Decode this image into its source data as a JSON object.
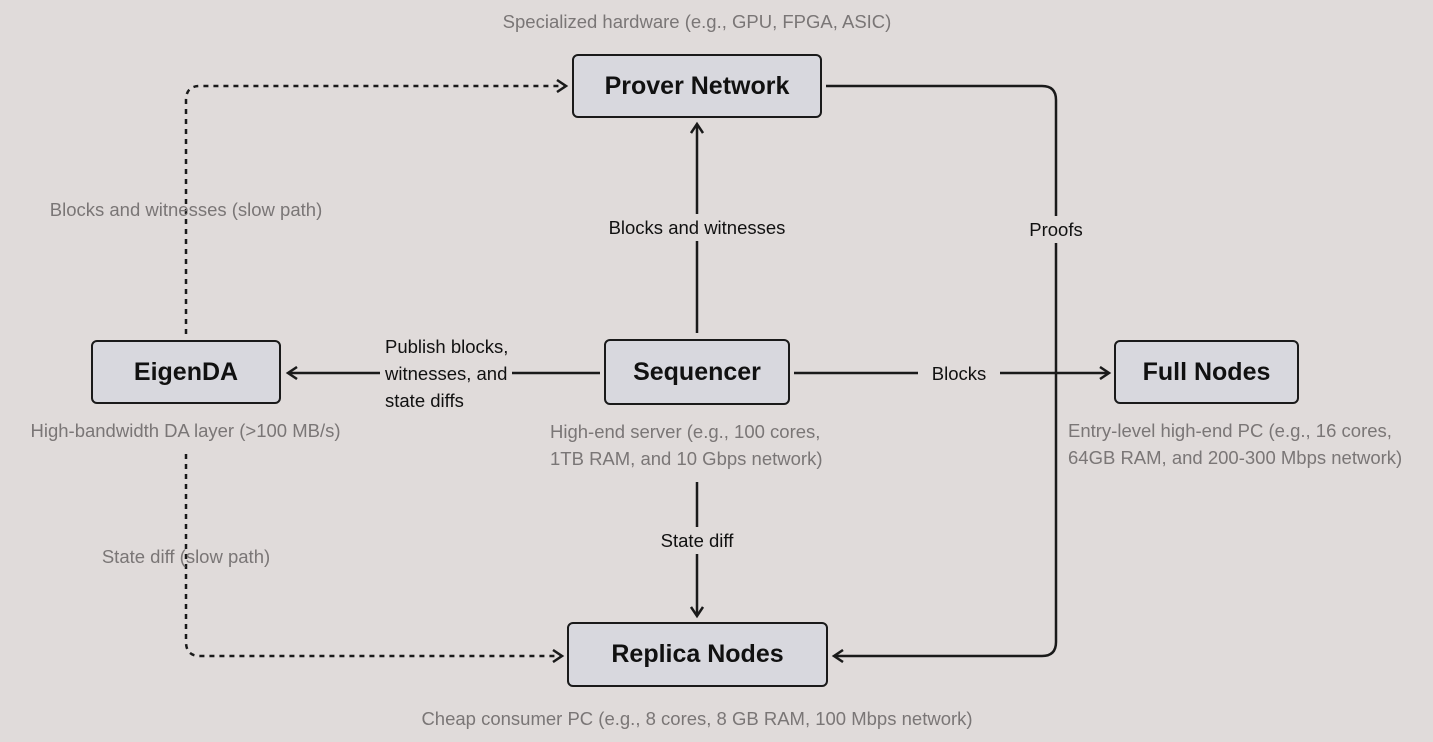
{
  "nodes": {
    "prover": {
      "label": "Prover Network",
      "caption": "Specialized hardware (e.g., GPU, FPGA, ASIC)"
    },
    "eigenda": {
      "label": "EigenDA",
      "caption": "High-bandwidth DA layer (>100 MB/s)"
    },
    "sequencer": {
      "label": "Sequencer",
      "caption_lines": [
        "High-end server (e.g., 100 cores,",
        "1TB RAM, and 10 Gbps network)"
      ]
    },
    "full": {
      "label": "Full Nodes",
      "caption_lines": [
        "Entry-level high-end PC (e.g., 16 cores,",
        "64GB RAM, and 200-300 Mbps network)"
      ]
    },
    "replica": {
      "label": "Replica Nodes",
      "caption": "Cheap consumer PC (e.g., 8 cores, 8 GB RAM, 100 Mbps network)"
    }
  },
  "edges": {
    "seq_to_prover": "Blocks and witnesses",
    "prover_to_replica": "Proofs",
    "seq_to_eigenda_lines": [
      "Publish blocks,",
      "witnesses, and",
      "state diffs"
    ],
    "seq_to_full": "Blocks",
    "seq_to_replica": "State diff",
    "eigenda_to_prover": "Blocks and witnesses (slow path)",
    "eigenda_to_replica": "State diff (slow path)"
  },
  "colors": {
    "background": "#e0dbda",
    "node_fill": "#d8d8de",
    "stroke": "#1a1a1a",
    "caption": "#7a7676"
  }
}
